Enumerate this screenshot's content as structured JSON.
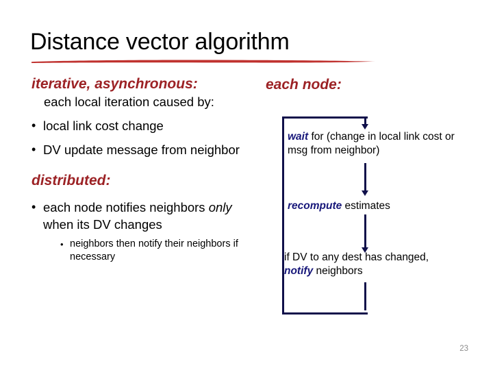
{
  "slide": {
    "title": "Distance vector algorithm",
    "page_number": "23",
    "accent_red": "#9c2225",
    "accent_navy": "#10104a",
    "underline_red": "#c0322f"
  },
  "left_column": {
    "heading_1": "iterative, asynchronous:",
    "heading_1_sub": "each local iteration caused by:",
    "bullets_1": [
      "local link cost change",
      "DV update message from neighbor"
    ],
    "heading_2": "distributed:",
    "bullet_2_lead": "each node notifies neighbors ",
    "bullet_2_italic": "only",
    "bullet_2_tail": " when its DV changes",
    "sub_bullet_2": "neighbors then notify their neighbors if necessary",
    "bullet_glyph": "•",
    "sub_bullet_glyph": "•"
  },
  "right_column": {
    "heading": "each node:",
    "flow": [
      {
        "emphasis": "wait",
        "rest": " for (change in local link cost or msg from neighbor)"
      },
      {
        "emphasis": "recompute",
        "rest": " estimates"
      },
      {
        "lead": "if DV to any dest has changed,",
        "emphasis": "notify",
        "rest": " neighbors"
      }
    ]
  }
}
